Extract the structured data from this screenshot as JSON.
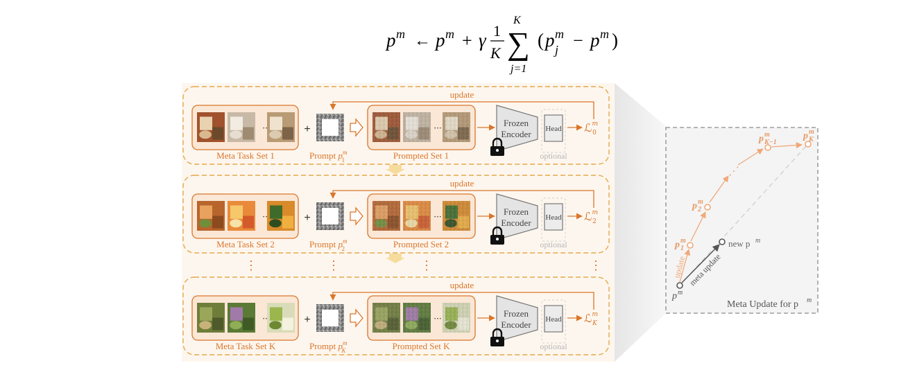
{
  "formula": {
    "lhs": "p",
    "lhs_sup": "m",
    "arrow": "←",
    "rhs_p": "p",
    "rhs_p_sup": "m",
    "plus": "+",
    "gamma": "γ",
    "frac_num": "1",
    "frac_den": "K",
    "sum": "∑",
    "sum_top": "K",
    "sum_bottom": "j=1",
    "paren_open": "(",
    "pj": "p",
    "pj_sup": "m",
    "pj_sub": "j",
    "minus": "−",
    "p_end": "p",
    "p_end_sup": "m",
    "paren_close": ")"
  },
  "rows": [
    {
      "update_label": "update",
      "task_label": "Meta Task Set 1",
      "prompt_label": "Prompt",
      "prompt_sub": "1",
      "prompted_label": "Prompted Set 1",
      "encoder_line1": "Frozen",
      "encoder_line2": "Encoder",
      "head_label": "Head",
      "optional_label": "optional",
      "loss_symbol": "ℒ",
      "loss_sub": "0",
      "loss_sup": "m",
      "plus": "+",
      "ellipsis": "···",
      "theme": "rooms"
    },
    {
      "update_label": "update",
      "task_label": "Meta Task Set 2",
      "prompt_label": "Prompt",
      "prompt_sub": "2",
      "prompted_label": "Prompted Set 2",
      "encoder_line1": "Frozen",
      "encoder_line2": "Encoder",
      "head_label": "Head",
      "optional_label": "optional",
      "loss_symbol": "ℒ",
      "loss_sub": "2",
      "loss_sup": "m",
      "plus": "+",
      "ellipsis": "···",
      "theme": "fruit"
    },
    {
      "update_label": "update",
      "task_label": "Meta Task Set K",
      "prompt_label": "Prompt",
      "prompt_sub": "K",
      "prompted_label": "Prompted Set K",
      "encoder_line1": "Frozen",
      "encoder_line2": "Encoder",
      "head_label": "Head",
      "optional_label": "optional",
      "loss_symbol": "ℒ",
      "loss_sub": "K",
      "loss_sup": "m",
      "plus": "+",
      "ellipsis": "···",
      "theme": "veg"
    }
  ],
  "vdots": "⋮",
  "inset": {
    "title": "Meta Update for p",
    "title_sup": "m",
    "start_label": "p",
    "start_sup": "m",
    "p1": "p",
    "p1_sub": "1",
    "p1_sup": "m",
    "p2": "p",
    "p2_sub": "2",
    "p2_sup": "m",
    "pk1": "p",
    "pk1_sub": "K−1",
    "pk1_sup": "m",
    "pk": "p",
    "pk_sub": "K",
    "pk_sup": "m",
    "new_label": "new p",
    "new_sup": "m",
    "update_label": "update",
    "meta_update_label": "meta update",
    "dots": "⋰"
  },
  "colors": {
    "orange": "#d9762b",
    "dashed_gold": "#e3a94a",
    "light_orange": "#f0a879",
    "gray": "#8a8a8a",
    "panel_bg": "#fdf6ee",
    "inset_bg": "#f4f4f4"
  }
}
